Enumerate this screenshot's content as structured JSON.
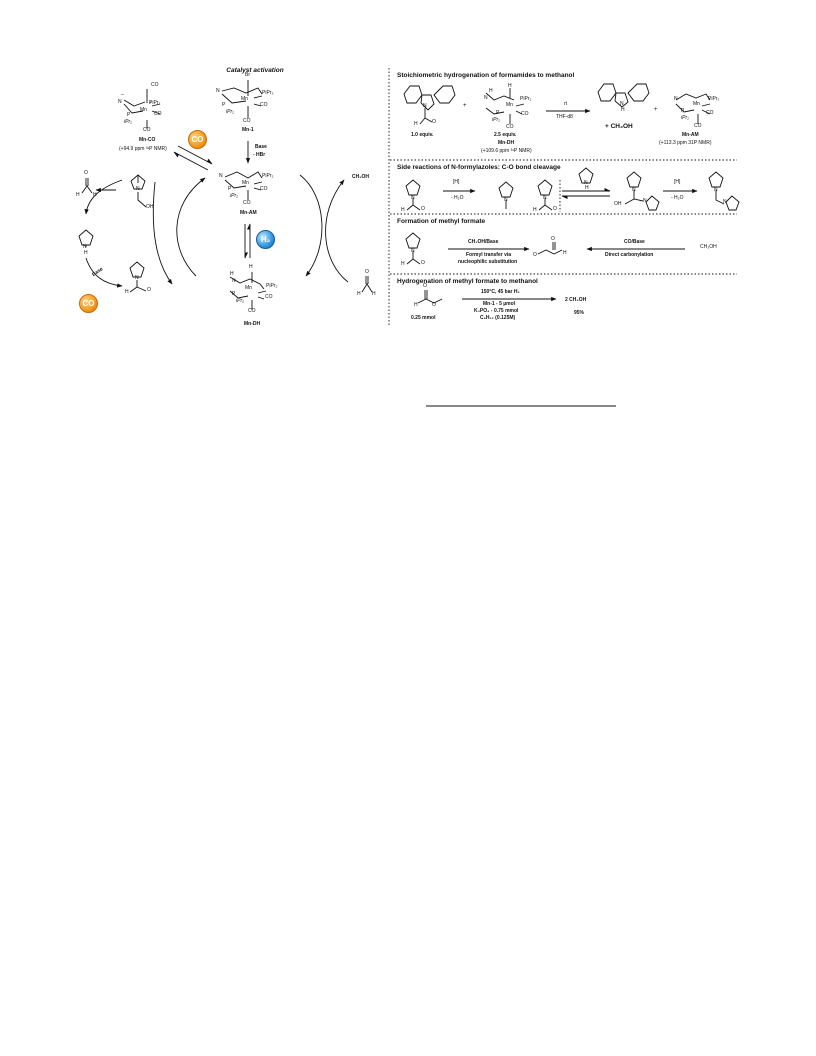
{
  "left_panel": {
    "catalyst_activation": "Catalyst activation",
    "mn1_label": "Mn-1",
    "mn1_axial_top": "Br",
    "base_step": "Base",
    "base_step_sub": "- HBr",
    "mnam_label": "Mn-AM",
    "mndh_label": "Mn-DH",
    "mnco_label": "Mn-CO",
    "mnco_shift": "(+94.9 ppm ³¹P NMR)",
    "ch3oh": "CH₃OH",
    "base": "Base",
    "co_badge": "CO",
    "h2_badge": "H₂",
    "labels": {
      "N": "N",
      "Mn": "Mn",
      "P": "P",
      "PiPr2": "PiPr₂",
      "iPr2": "iPr₂",
      "CO": "CO",
      "H": "H",
      "O": "O",
      "OH": "OH",
      "minus": "–",
      "plus": "+"
    }
  },
  "sections": [
    {
      "title": "Stoichiometric hydrogenation of formamides to methanol",
      "reactant1_label": "1.0 equiv.",
      "plus": "+",
      "reagent_label": "2.5 equiv.",
      "reagent_name": "Mn-DH",
      "reagent_shift": "(+109.6 ppm ³¹P NMR)",
      "arrow_top": "rt",
      "arrow_bottom": "THF-d8",
      "product_methanol": "+ CH₃OH",
      "plus2": "+",
      "product_label": "Mn-AM",
      "product_shift": "(+113.3 ppm 31P NMR)"
    },
    {
      "title": "Side reactions of N-formylazoles: C-O bond cleavage",
      "step1_top": "[H]",
      "step1_bottom": "- H₂O",
      "step2_top": "[H]",
      "step2_bottom": "- H₂O"
    },
    {
      "title": "Formation of methyl formate",
      "arrow1_top": "CH₃OH/Base",
      "arrow1_bottom_1": "Formyl transfer via",
      "arrow1_bottom_2": "nucleophilic substitution",
      "arrow2_top": "CO/Base",
      "arrow2_bottom": "Direct carbonylation",
      "methanol": "CH₃OH"
    },
    {
      "title": "Hydrogenation of methyl formate to methanol",
      "substrate_label": "0.25 mmol",
      "cond1": "150°C, 45 bar H₂",
      "cond2": "Mn-1 - 5 µmol",
      "cond3": "K₃PO₄ - 0.75 mmol",
      "cond4": "C₆H₁₂ (0.125M)",
      "product": "2 CH₃OH",
      "yield": "95%"
    }
  ]
}
